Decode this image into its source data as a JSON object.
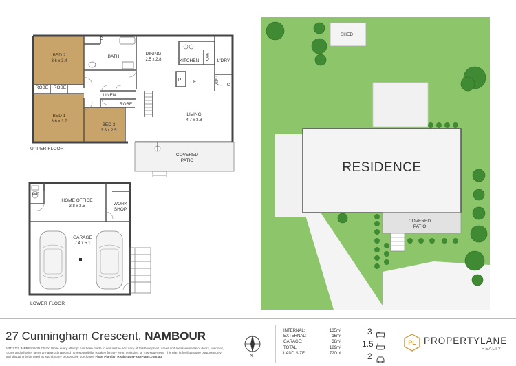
{
  "upper_floor": {
    "caption": "UPPER FLOOR",
    "rooms": {
      "bed2": {
        "name": "BED 2",
        "dim": "3.6 x 3.4"
      },
      "bath": {
        "name": "BATH"
      },
      "dining": {
        "name": "DINING",
        "dim": "2.5 x 2.8"
      },
      "kitchen": {
        "name": "KITCHEN"
      },
      "wo": {
        "name": "WO"
      },
      "ldry": {
        "name": "L'DRY"
      },
      "c1": {
        "name": "C"
      },
      "c2": {
        "name": "C"
      },
      "p": {
        "name": "P"
      },
      "f": {
        "name": "F"
      },
      "app": {
        "name": "APP"
      },
      "robe1": {
        "name": "ROBE"
      },
      "robe2": {
        "name": "ROBE"
      },
      "robe3": {
        "name": "ROBE"
      },
      "linen": {
        "name": "LINEN"
      },
      "bed1": {
        "name": "BED 1",
        "dim": "3.6 x 3.7"
      },
      "bed3": {
        "name": "BED 3",
        "dim": "3.8 x 2.5"
      },
      "living": {
        "name": "LIVING",
        "dim": "4.7 x 3.8"
      },
      "patio": {
        "name": "COVERED",
        "name2": "PATIO"
      }
    }
  },
  "lower_floor": {
    "caption": "LOWER FLOOR",
    "rooms": {
      "wc": {
        "name": "WC"
      },
      "office": {
        "name": "HOME OFFICE",
        "dim": "3.8 x 2.5"
      },
      "workshop": {
        "name": "WORK",
        "name2": "SHOP"
      },
      "garage": {
        "name": "GARAGE",
        "dim": "7.4 x 5.1"
      }
    }
  },
  "site": {
    "shed": "SHED",
    "residence": "RESIDENCE",
    "patio": "COVERED",
    "patio2": "PATIO"
  },
  "footer": {
    "address_street": "27 Cunningham Crescent,",
    "address_suburb": "NAMBOUR",
    "disclaimer": "ARTIST'S IMPRESSION ONLY: While every attempt has been made to ensure the accuracy of this floor plans, areas and measurements of doors, windows, rooms and all other items are approximate and no responsibility is taken for any error, omission, or mis-statement. This plan is for illustrative purposes only and should only be used as such by any prospective purchaser.",
    "plan_by_label": "Floor Plan by:",
    "plan_by": "RealEstateFloorPlans.com.au",
    "compass": "N",
    "areas": [
      {
        "label": "INTERNAL:",
        "value": "135m²"
      },
      {
        "label": "EXTERNAL:",
        "value": "16m²"
      },
      {
        "label": "GARAGE:",
        "value": "38m²"
      },
      {
        "label": "TOTAL:",
        "value": "189m²"
      },
      {
        "label": "LAND SIZE:",
        "value": "720m²"
      }
    ],
    "beds": "3",
    "baths": "1.5",
    "cars": "2",
    "brand_monogram": "PL",
    "brand_name": "PROPERTYLANE",
    "brand_sub": "REALTY"
  },
  "colors": {
    "wood_floor": "#c9a46a",
    "grass": "#8cc56a",
    "grass_dark": "#3f8a33",
    "brand_gold": "#c9a24e"
  }
}
